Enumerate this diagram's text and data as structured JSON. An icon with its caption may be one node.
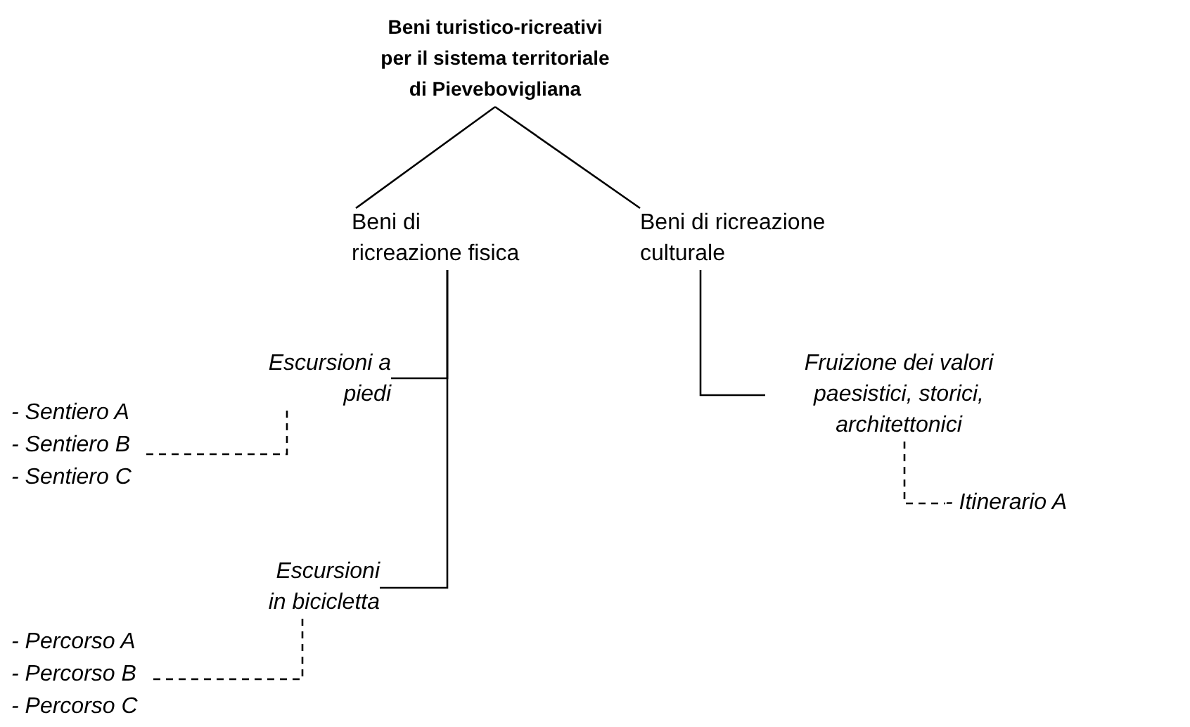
{
  "diagram": {
    "nodes": [
      {
        "text": [
          "Beni turistico-ricreativi per il sistema territoriale di Pievebovigliana"
        ]
      },
      {
        "text": [
          "Beni di ricreazione fisica"
        ]
      },
      {
        "text": [
          "Beni di ricreazione culturale"
        ]
      },
      {
        "text": [
          "Escursioni a piedi"
        ]
      },
      {
        "text": [
          "- Sentiero A",
          "- Sentiero B",
          "- Sentiero C"
        ]
      },
      {
        "text": [
          "Escursioni in bicicletta"
        ]
      },
      {
        "text": [
          "- Percorso A",
          "- Percorso B",
          "- Percorso C"
        ]
      },
      {
        "text": [
          "Fruizione dei valori paesistici, storici, architettonici"
        ]
      },
      {
        "text": [
          "- Itinerario A"
        ]
      }
    ],
    "edges": [
      {
        "from": 0,
        "to": 1,
        "arrow": "none"
      },
      {
        "from": 0,
        "to": 2,
        "arrow": "none"
      },
      {
        "from": 1,
        "to": 3,
        "arrow": "none"
      },
      {
        "from": 1,
        "to": 5,
        "arrow": "none"
      },
      {
        "from": 3,
        "to": 4,
        "arrow": "none",
        "style": "dashed"
      },
      {
        "from": 5,
        "to": 6,
        "arrow": "none",
        "style": "dashed"
      },
      {
        "from": 2,
        "to": 7,
        "arrow": "none"
      },
      {
        "from": 7,
        "to": 8,
        "arrow": "none",
        "style": "dashed"
      }
    ]
  }
}
